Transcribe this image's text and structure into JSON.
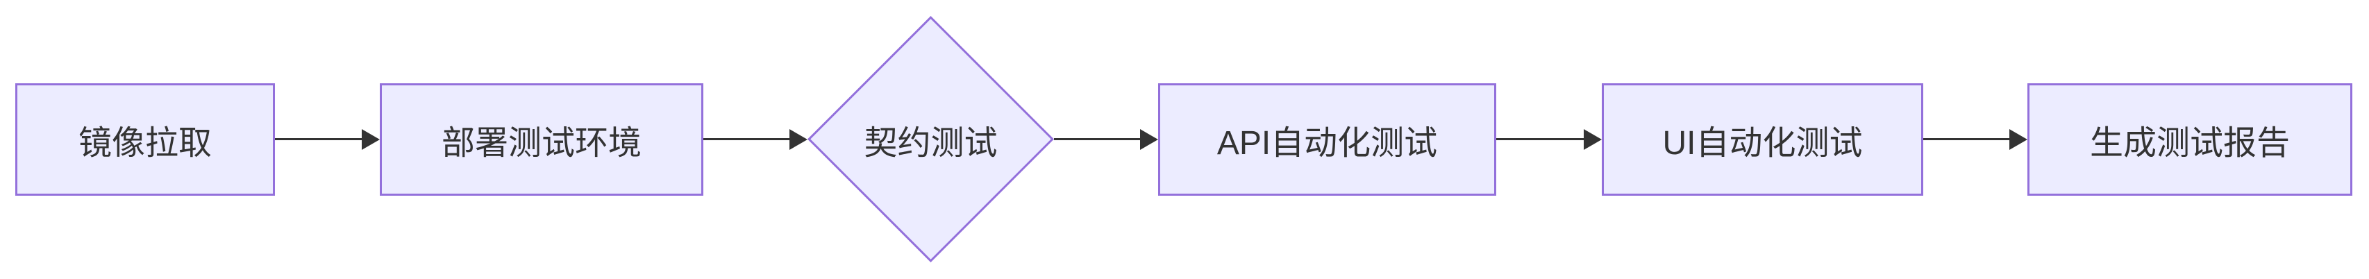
{
  "diagram": {
    "type": "flowchart",
    "direction": "left-to-right",
    "nodes": [
      {
        "id": "A",
        "label": "镜像拉取",
        "shape": "rectangle"
      },
      {
        "id": "B",
        "label": "部署测试环境",
        "shape": "rectangle"
      },
      {
        "id": "C",
        "label": "契约测试",
        "shape": "diamond"
      },
      {
        "id": "D",
        "label": "API自动化测试",
        "shape": "rectangle"
      },
      {
        "id": "E",
        "label": "UI自动化测试",
        "shape": "rectangle"
      },
      {
        "id": "F",
        "label": "生成测试报告",
        "shape": "rectangle"
      }
    ],
    "edges": [
      {
        "from": "镜像拉取",
        "to": "部署测试环境"
      },
      {
        "from": "部署测试环境",
        "to": "契约测试"
      },
      {
        "from": "契约测试",
        "to": "API自动化测试"
      },
      {
        "from": "API自动化测试",
        "to": "UI自动化测试"
      },
      {
        "from": "UI自动化测试",
        "to": "生成测试报告"
      }
    ],
    "colors": {
      "node_fill": "#ECECFF",
      "node_border": "#9370DB",
      "text": "#333333",
      "edge": "#333333",
      "background": "#FFFFFF"
    }
  }
}
